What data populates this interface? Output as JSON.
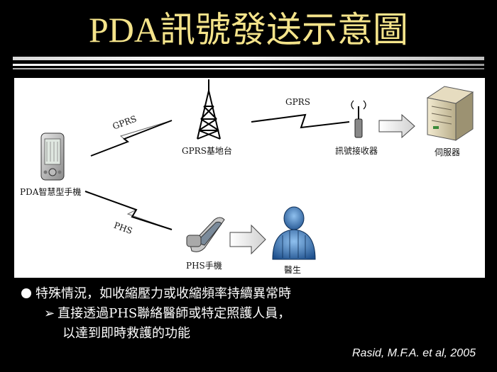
{
  "slide": {
    "title": "PDA訊號發送示意圖",
    "citation": "Rasid, M.F.A. et al, 2005"
  },
  "diagram": {
    "labels": {
      "pda": "PDA智慧型手機",
      "gprs_left": "GPRS",
      "gprs_station": "GPRS基地台",
      "gprs_right": "GPRS",
      "receiver": "訊號接收器",
      "server": "伺服器",
      "phs_link": "PHS",
      "phs_phone": "PHS手機",
      "doctor": "醫生"
    }
  },
  "bullets": {
    "item1": "特殊情況，如收縮壓力或收縮頻率持續異常時",
    "item2_arrow": "➢",
    "item2": "直接透過PHS聯絡醫師或特定照護人員，",
    "item3": "以達到即時救護的功能"
  },
  "colors": {
    "title": "#f4e38a",
    "background": "#000000",
    "doctor": "#4a86c8"
  }
}
